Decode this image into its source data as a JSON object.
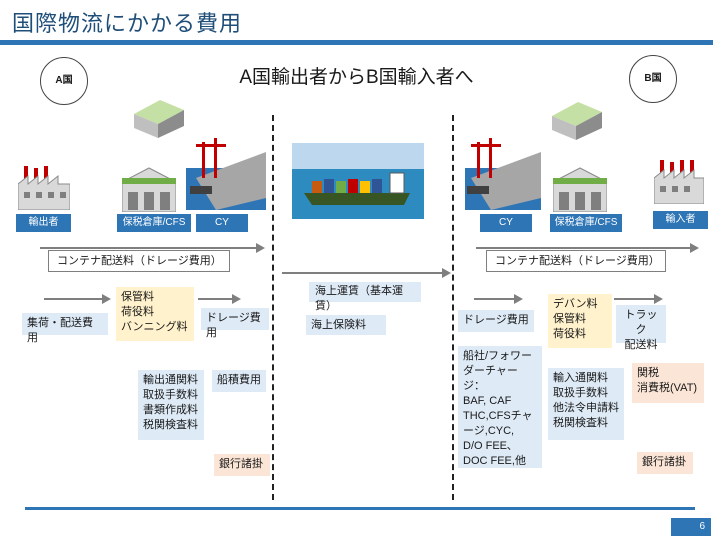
{
  "header": {
    "title": "国際物流にかかる費用"
  },
  "heading": "A国輸出者からB国輸入者へ",
  "countries": {
    "a": "A国",
    "b": "B国"
  },
  "labels": {
    "exporter": "輸出者",
    "bonded_a": "保税倉庫/CFS",
    "cy_a": "CY",
    "cy_b": "CY",
    "bonded_b": "保税倉庫/CFS",
    "importer": "輸入者"
  },
  "container_fee_a": "コンテナ配送料（ドレージ費用）",
  "container_fee_b": "コンテナ配送料（ドレージ費用）",
  "ocean": {
    "freight": "海上運賃（基本運賃）",
    "insurance": "海上保険料"
  },
  "a_side": {
    "collection": "集荷・配送費用",
    "storage": [
      "保管料",
      "荷役料",
      "バンニング料"
    ],
    "drayage": "ドレージ費用",
    "customs": [
      "輸出通関料",
      "取扱手数料",
      "書類作成料",
      "税関検査料"
    ],
    "loading": "船積費用",
    "bank": "銀行諸掛"
  },
  "b_side": {
    "drayage": "ドレージ費用",
    "storage": [
      "デバン料",
      "保管料",
      "荷役料"
    ],
    "truck": [
      "トラック",
      "配送料"
    ],
    "carrier": [
      "船社/フォワー",
      "ダーチャージ：",
      "BAF, CAF",
      "THC,CFSチャ",
      "ージ,CYC,",
      "D/O FEE､",
      "DOC FEE,他"
    ],
    "customs": [
      "輸入通関料",
      "取扱手数料",
      "他法令申請料",
      "税関検査料"
    ],
    "tax": [
      "関税",
      "消費税(VAT)"
    ],
    "bank": "銀行諸掛"
  },
  "page_number": "6",
  "colors": {
    "accent": "#2e75b6",
    "lightblue": "#deebf7",
    "peach": "#fbe5d6",
    "yellow": "#fff2cc"
  }
}
